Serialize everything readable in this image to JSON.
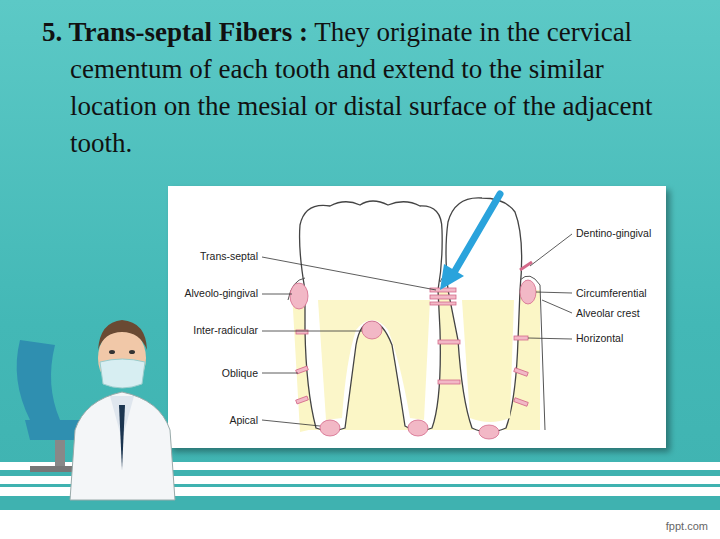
{
  "diagram": {
    "title": "5. Trans-septal Fibers :",
    "labels": [
      "They originate in the cervical cementum of each tooth and extend to the similar location on the mesial or distal surface of the adjacent tooth.",
      "Trans-septal",
      "Alveolo-gingival",
      "Inter-radicular",
      "Oblique",
      "Apical",
      "Dentino-gingival",
      "Circumferential",
      "Alveolar crest",
      "Horizontal",
      "fppt.com"
    ]
  }
}
